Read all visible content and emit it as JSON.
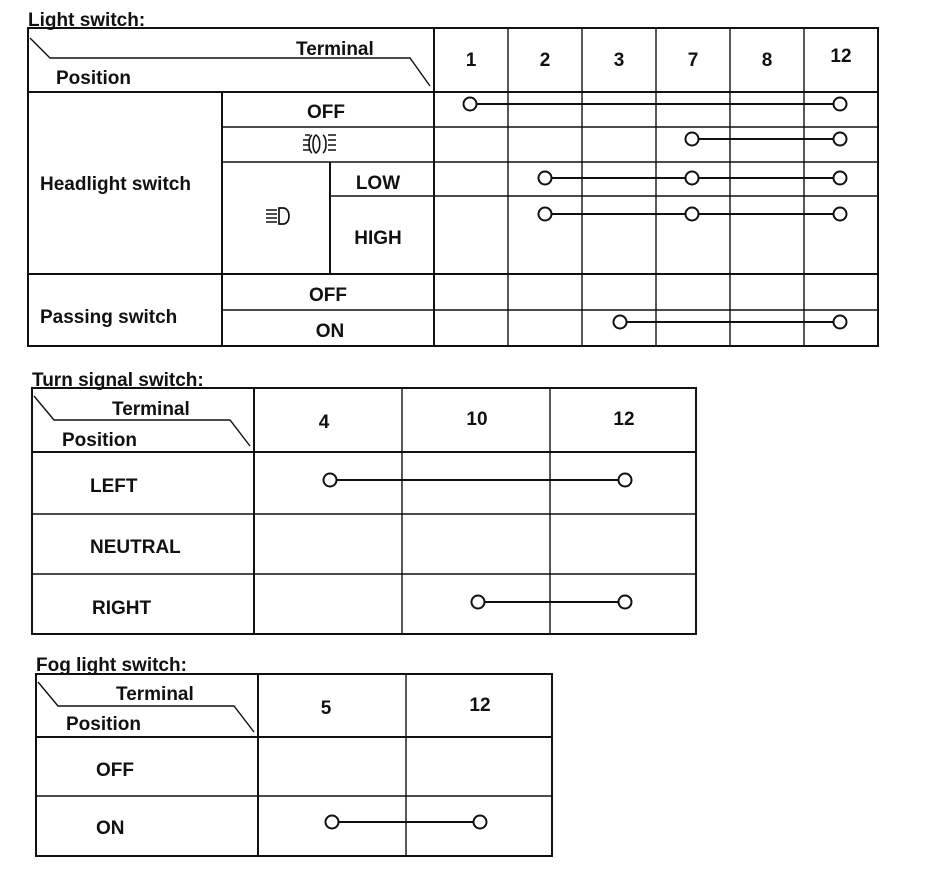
{
  "header_labels": {
    "terminal": "Terminal",
    "position": "Position"
  },
  "light_switch": {
    "title": "Light switch:",
    "terminals": [
      "1",
      "2",
      "3",
      "7",
      "8",
      "12"
    ],
    "headlight_label": "Headlight switch",
    "passing_label": "Passing switch",
    "rows": [
      {
        "label": "OFF",
        "connected": [
          "1",
          "12"
        ]
      },
      {
        "label": "",
        "icon": "parking-light-icon",
        "connected": [
          "7",
          "12"
        ]
      },
      {
        "label": "LOW",
        "icon_group": "headlight-beam-icon",
        "connected": [
          "2",
          "7",
          "12"
        ]
      },
      {
        "label": "HIGH",
        "icon_group": "headlight-beam-icon",
        "connected": [
          "2",
          "7",
          "12"
        ]
      },
      {
        "label": "OFF",
        "connected": []
      },
      {
        "label": "ON",
        "connected": [
          "3",
          "12"
        ]
      }
    ]
  },
  "turn_signal_switch": {
    "title": "Turn signal switch:",
    "terminals": [
      "4",
      "10",
      "12"
    ],
    "rows": [
      {
        "label": "LEFT",
        "connected": [
          "4",
          "12"
        ]
      },
      {
        "label": "NEUTRAL",
        "connected": []
      },
      {
        "label": "RIGHT",
        "connected": [
          "10",
          "12"
        ]
      }
    ]
  },
  "fog_light_switch": {
    "title": "Fog light switch:",
    "terminals": [
      "5",
      "12"
    ],
    "rows": [
      {
        "label": "OFF",
        "connected": []
      },
      {
        "label": "ON",
        "connected": [
          "5",
          "12"
        ]
      }
    ]
  }
}
